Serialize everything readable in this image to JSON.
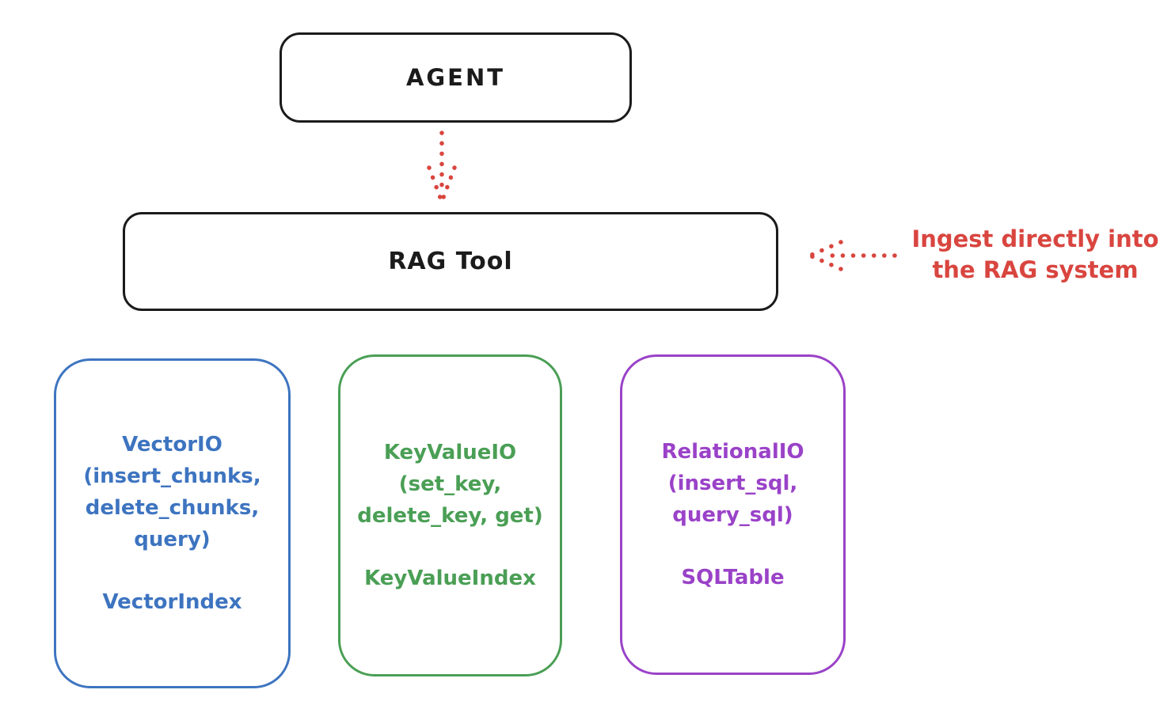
{
  "agent_node": {
    "label": "AGENT"
  },
  "rag_tool_node": {
    "label": "RAG Tool"
  },
  "annotation": {
    "text_line1": "Ingest directly into",
    "text_line2": "the RAG system",
    "color": "#d9453f"
  },
  "arrows": {
    "agent_to_rag": {
      "style": "dotted",
      "color": "#d9453f",
      "direction": "down",
      "from": "AGENT",
      "to": "RAG Tool"
    },
    "annotation_to_rag": {
      "style": "dotted",
      "color": "#d9453f",
      "direction": "left",
      "from": "annotation",
      "to": "RAG Tool"
    }
  },
  "io_nodes": [
    {
      "id": "vector-io",
      "color": "#3d74c0",
      "lines": [
        "VectorIO",
        "(insert_chunks,",
        "delete_chunks,",
        "query)"
      ],
      "index_label": "VectorIndex"
    },
    {
      "id": "keyvalue-io",
      "color": "#4a9f55",
      "lines": [
        "KeyValueIO",
        "(set_key,",
        "delete_key, get)"
      ],
      "index_label": "KeyValueIndex"
    },
    {
      "id": "relational-io",
      "color": "#9a42c8",
      "lines": [
        "RelationalIO",
        "(insert_sql,",
        "query_sql)"
      ],
      "index_label": "SQLTable"
    }
  ],
  "colors": {
    "ink": "#1b1b1b",
    "background": "#ffffff",
    "red": "#d9453f",
    "blue": "#3d74c0",
    "green": "#4a9f55",
    "purple": "#9a42c8"
  }
}
